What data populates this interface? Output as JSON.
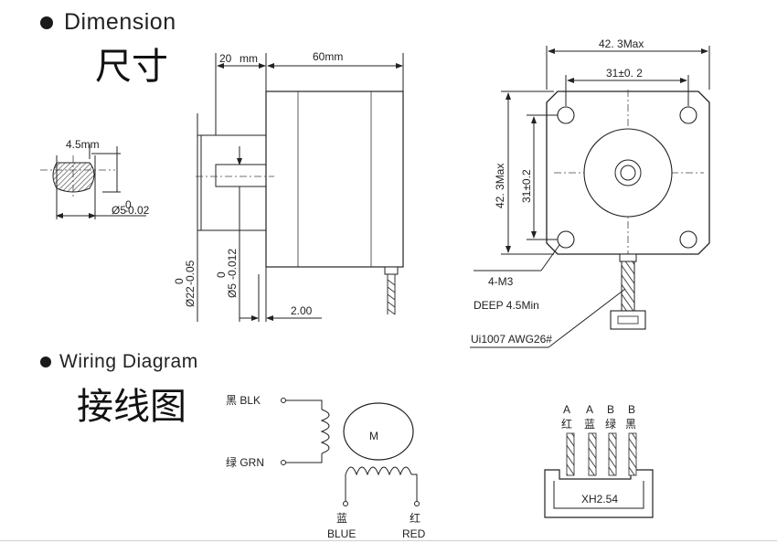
{
  "dimension_section": {
    "title_en": "Dimension",
    "title_cn": "尺寸",
    "shaft_flat": {
      "width": "4.5mm",
      "diameter": "Ø5",
      "tol_sup": "0",
      "tol_sub": "-0.02"
    },
    "side_view": {
      "shaft_length": "20",
      "shaft_length_unit": "mm",
      "body_length": "60mm",
      "pilot_depth": "2.00",
      "pilot_dia": "Ø22",
      "pilot_tol_sup": "0",
      "pilot_tol_sub": "-0.05",
      "shaft_dia": "Ø5",
      "shaft_tol_sup": "0",
      "shaft_tol_sub": "-0.012"
    },
    "front_view": {
      "width_max": "42. 3Max",
      "hole_spacing_h": "31±0. 2",
      "height_max": "42. 3Max",
      "hole_spacing_v": "31±0.2",
      "mount_holes": "4-M3",
      "hole_depth": "DEEP 4.5Min",
      "cable": "Ui1007  AWG26#"
    }
  },
  "wiring_section": {
    "title_en": "Wiring Diagram",
    "title_cn": "接线图",
    "motor_symbol": "M",
    "wires": {
      "blk_label": "黑 BLK",
      "grn_label": "绿 GRN",
      "blue_cn": "蓝",
      "blue_en": "BLUE",
      "red_cn": "红",
      "red_en": "RED"
    },
    "connector": {
      "type": "XH2.54",
      "pins": [
        {
          "phase": "A",
          "color_cn": "红"
        },
        {
          "phase": "A",
          "color_cn": "蓝"
        },
        {
          "phase": "B",
          "color_cn": "绿"
        },
        {
          "phase": "B",
          "color_cn": "黑"
        }
      ]
    }
  }
}
